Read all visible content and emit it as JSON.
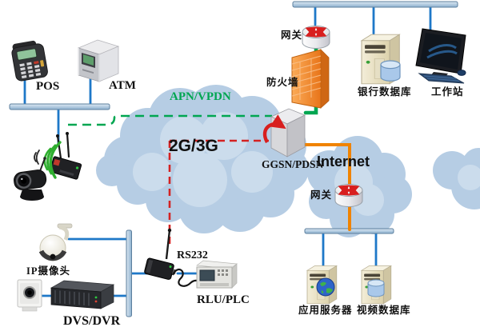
{
  "diagram": {
    "type": "network-topology",
    "labels": {
      "pos": "POS",
      "atm": "ATM",
      "apn_vpdn": "APN/VPDN",
      "network_2g3g": "2G/3G",
      "ggsn_pdsn": "GGSN/PDSN",
      "internet": "Internet",
      "gateway_top": "网关",
      "firewall": "防火墙",
      "bank_database": "银行数据库",
      "workstation": "工作站",
      "gateway_bottom": "网关",
      "app_server": "应用服务器",
      "video_database": "视频数据库",
      "ip_camera": "IP摄像头",
      "dvs_dvr": "DVS/DVR",
      "rs232": "RS232",
      "rlu_plc": "RLU/PLC"
    },
    "colors": {
      "link_blue": "#1e78c8",
      "link_orange": "#f08300",
      "link_green_solid": "#00a651",
      "dashed_green": "#00a651",
      "dashed_red": "#d42222",
      "bus_bar_fill": "#a9c3dd",
      "cloud_blue": "#b6cde4",
      "firewall_orange": "#f0841e",
      "apn_label_green": "#00a651",
      "label_text": "#101010"
    },
    "icons": [
      "pos-terminal-icon",
      "atm-machine-icon",
      "wireless-router-icon",
      "wifi-signal-icon",
      "ip-ptz-camera-icon",
      "dome-camera-icon",
      "cube-camera-icon",
      "dvr-box-icon",
      "gsm-modem-icon",
      "plc-device-icon",
      "cloud-2g3g-icon",
      "cloud-internet-icon",
      "gateway-router-icon",
      "firewall-wall-icon",
      "ggsn-cube-icon",
      "server-tower-icon",
      "database-cylinder-icon",
      "globe-icon",
      "workstation-monitor-icon"
    ]
  }
}
